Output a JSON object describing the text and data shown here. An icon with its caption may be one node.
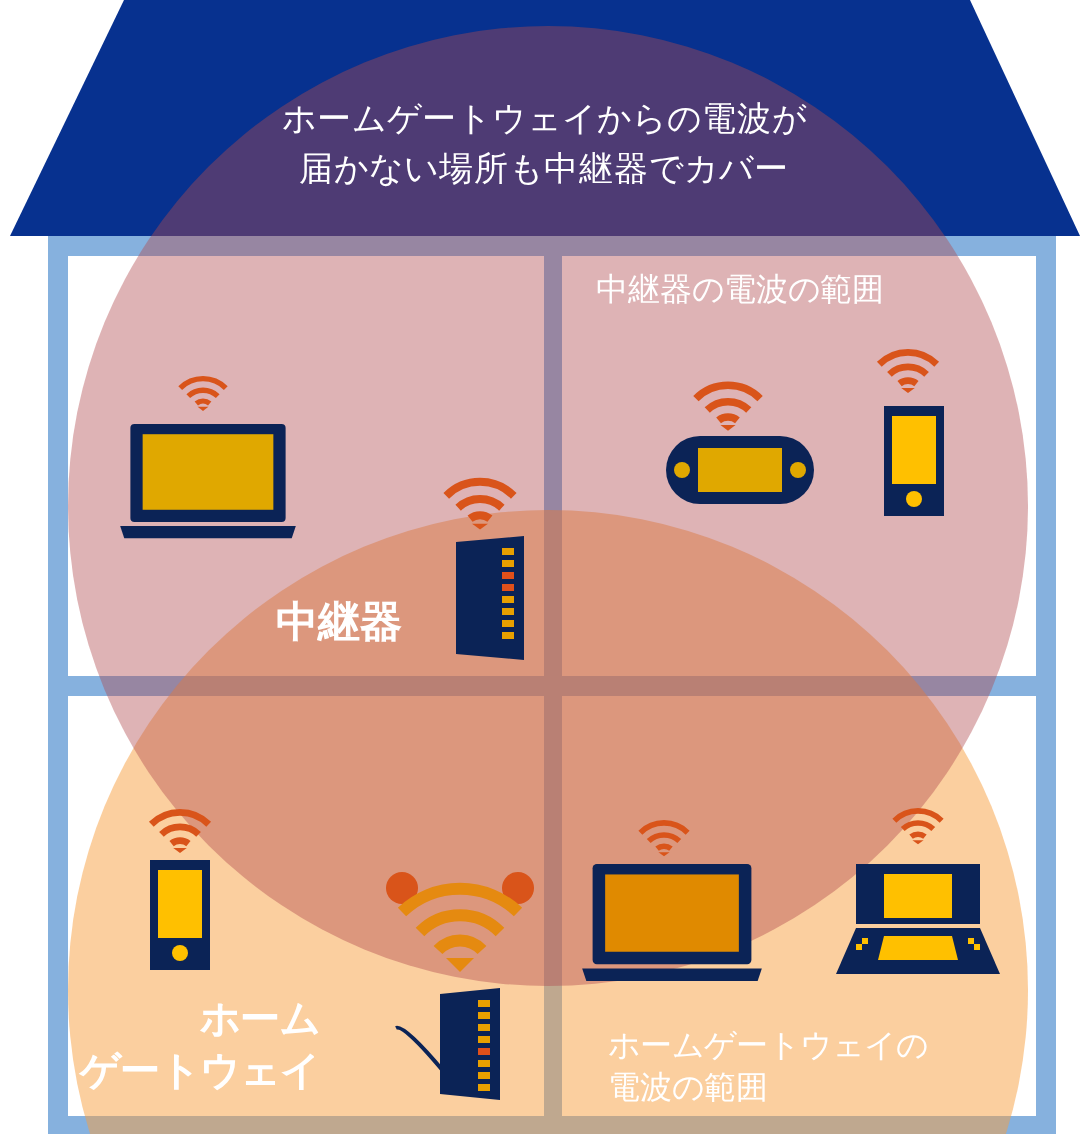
{
  "diagram": {
    "title": "ホームゲートウェイからの電波が届かない場所も中継器でカバー",
    "labels": [
      "中継器の電波の範囲",
      "中継器",
      "ホームゲートウェイ",
      "ホームゲートウェイの電波の範囲"
    ]
  }
}
